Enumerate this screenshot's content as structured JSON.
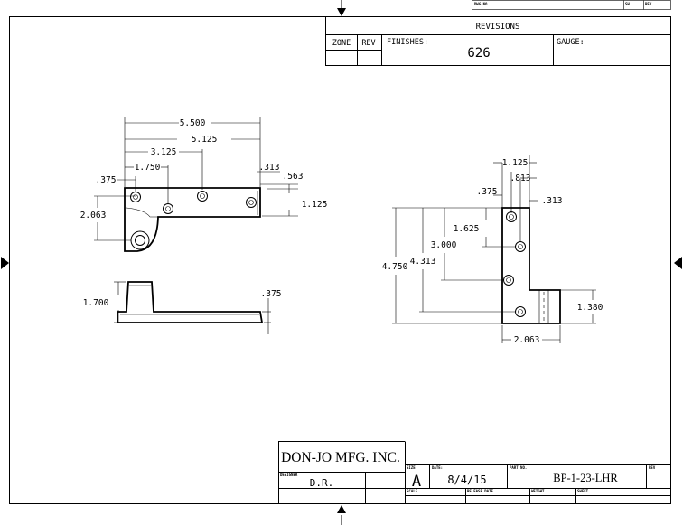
{
  "title_block": {
    "top_dwg_no": "DWG NO",
    "top_sh": "SH",
    "top_rev": "REV",
    "revisions_title": "REVISIONS",
    "zone_label": "ZONE",
    "rev_label": "REV",
    "finishes_label": "FINISHES:",
    "finishes_value": "626",
    "gauge_label": "GAUGE:",
    "company": "DON-JO MFG. INC.",
    "designer_label": "DESIGNER",
    "designer_value": "D.R.",
    "size_label": "SIZE",
    "size_value": "A",
    "date_label": "DATE:",
    "date_value": "8/4/15",
    "part_no_label": "PART NO.",
    "part_no_value": "BP-1-23-LHR",
    "rev_small_label": "REV",
    "scale_label": "SCALE",
    "release_date_label": "RELEASE DATE",
    "weight_label": "WEIGHT",
    "sheet_label": "SHEET"
  },
  "top_view_dims": {
    "d1": "5.500",
    "d2": "5.125",
    "d3": "3.125",
    "d4": "1.750",
    "d5": ".375",
    "d6": ".313",
    "d7": ".563",
    "d8": "1.125",
    "d9": "2.063"
  },
  "side_view_dims": {
    "d1": "1.700",
    "d2": ".375"
  },
  "right_view_dims": {
    "d1": "1.125",
    "d2": ".813",
    "d3": ".375",
    "d4": ".313",
    "d5": "1.625",
    "d6": "3.000",
    "d7": "4.313",
    "d8": "4.750",
    "d9": "1.380",
    "d10": "2.063"
  }
}
